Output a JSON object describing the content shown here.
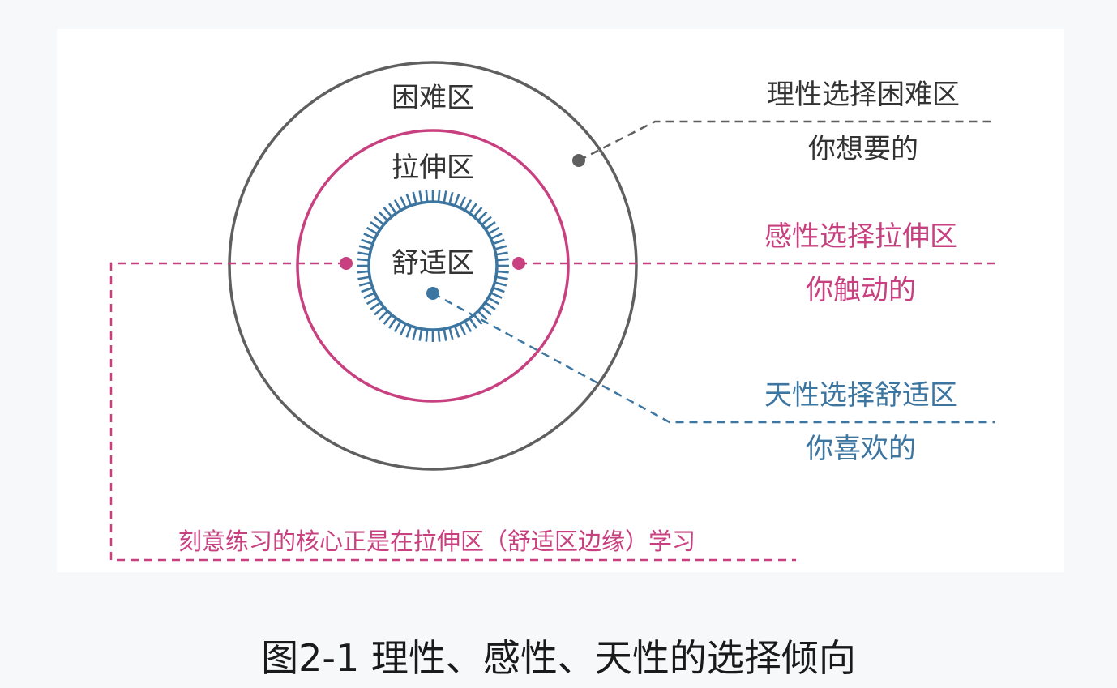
{
  "colors": {
    "gray": "#5f5f5f",
    "pink": "#c8407f",
    "blue": "#3c75a0",
    "text": "#333333"
  },
  "zones": {
    "difficult": "困难区",
    "stretch": "拉伸区",
    "comfort": "舒适区"
  },
  "annotations": {
    "rational_title": "理性选择困难区",
    "rational_sub": "你想要的",
    "emotional_title": "感性选择拉伸区",
    "emotional_sub": "你触动的",
    "instinct_title": "天性选择舒适区",
    "instinct_sub": "你喜欢的"
  },
  "bottom_note": "刻意练习的核心正是在拉伸区（舒适区边缘）学习",
  "caption": "图2-1 理性、感性、天性的选择倾向"
}
